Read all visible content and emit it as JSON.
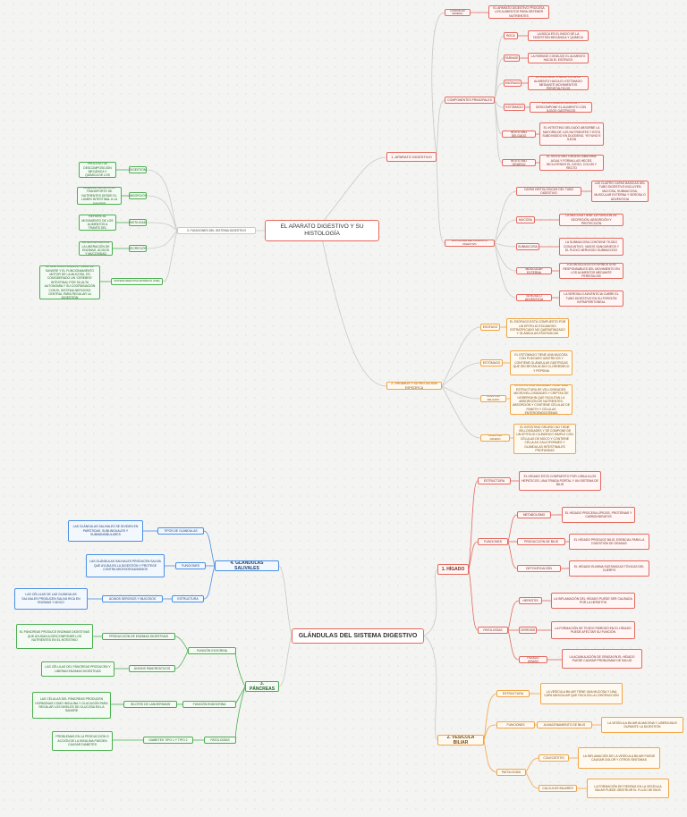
{
  "colors": {
    "red": "#e56a5f",
    "orange": "#f3a545",
    "green": "#4caf50",
    "blue": "#4a90e2"
  },
  "top": {
    "title": "EL APARATO DIGESTIVO Y SU HISTOLOGÍA",
    "aparato": {
      "label": "1. APARATO DIGESTIVO",
      "funcion": {
        "label": "FUNCIÓN EN GENERAL",
        "text": "EL APARATO DIGESTIVO PROCESA LOS ALIMENTOS PARA OBTENER NUTRIENTES"
      },
      "componentes": {
        "label": "COMPONENTES PRINCIPALES",
        "items": [
          {
            "label": "BOCA",
            "text": "LA BOCA ES EL INICIO DE LA DIGESTIÓN MECÁNICA Y QUÍMICA"
          },
          {
            "label": "FARINGE",
            "text": "LA FARINGE CONDUCE EL ALIMENTO HACIA EL ESÓFAGO"
          },
          {
            "label": "ESÓFAGO",
            "text": "EL ESÓFAGO TRANSPORTA EL ALIMENTO HACIA EL ESTÓMAGO MEDIANTE MOVIMIENTOS PERISTÁLTICOS"
          },
          {
            "label": "ESTÓMAGO",
            "text": "EL ESTÓMAGO MEZCLA Y DESCOMPONE EL ALIMENTO CON JUGOS GÁSTRICOS"
          },
          {
            "label": "INTESTINO DELGADO",
            "text": "EL INTESTINO DELGADO ABSORBE LA MAYORÍA DE LOS NUTRIENTES Y ESTÁ SUBDIVIDIDO EN DUODENO, YEYUNO E ÍLEON"
          },
          {
            "label": "INTESTINO GRUESO",
            "text": "EL INTESTINO GRUESO ABSORBE AGUA Y FORMA LAS HECES. INCLUYENDO EL CIEGO, COLON Y RECTO"
          }
        ]
      },
      "histologia": {
        "label": "HISTOLOGÍA DEL CONDUCTO DIGESTIVO",
        "items": [
          {
            "label": "CAPAS HISTOLÓGICAS DEL TUBO DIGESTIVO",
            "text": "LAS CUATRO CAPAS BÁSICAS DEL TUBO DIGESTIVO INCLUYEN MUCOSA, SUBMUCOSA, MUSCULAR EXTERNA Y SEROSA O ADVENTICIA"
          },
          {
            "label": "MUCOSA",
            "text": "LA MUCOSA TIENE LA FUNCIÓN DE SECRECIÓN, ABSORCIÓN Y PROTECCIÓN"
          },
          {
            "label": "SUBMUCOSA",
            "text": "LA SUBMUCOSA CONTIENE TEJIDO CONJUNTIVO, VASOS SANGUÍNEOS Y EL PLEXO NERVIOSO SUBMUCOSO"
          },
          {
            "label": "MUSCULAR EXTERNA",
            "text": "LOS MÚSCULOS EXTERNOS SON RESPONSABLES DEL MOVIMIENTO EN LOS ALIMENTOS MEDIANTE PERISTALSIS"
          },
          {
            "label": "SEROSA O ADVENTICIA",
            "text": "LA SEROSA O ADVENTICIA CUBRE EL TUBO DIGESTIVO EN SU PORCIÓN INTRAPERITONEAL"
          }
        ]
      }
    },
    "organos": {
      "label": "2. ÓRGANOS Y SU HISTOLOGÍA ESPECÍFICA",
      "items": [
        {
          "label": "ESÓFAGO",
          "text": "EL ESÓFAGO ESTÁ COMPUESTO POR UN EPITELIO ESCAMOSO ESTRATIFICADO NO QUERATINIZADO Y GLÁNDULAS ESOFÁGICAS"
        },
        {
          "label": "ESTÓMAGO",
          "text": "EL ESTÓMAGO TIENE UNA MUCOSA CON PLIEGUES GÁSTRICOS Y CONTIENE GLÁNDULAS GÁSTRICAS QUE SECRETAN ÁCIDO CLORHÍDRICO Y PEPSINA"
        },
        {
          "label": "INTESTINO DELGADO",
          "text": "EL INTESTINO DELGADO TIENE UNA ESTRUCTURA DE VELLOSIDADES, MICROVELLOSIDADES Y CRIPTAS DE LIEBERKÜHN QUE FACILITAN LA ABSORCIÓN DE NUTRIENTES. ABSORCIÓN Y CONTIENE CÉLULAS DE PANETH Y CÉLULAS ENTEROENDOCRINAS"
        },
        {
          "label": "INTESTINO GRUESO",
          "text": "EL INTESTINO GRUESO NO TIENE VELLOSIDADES Y SE COMPONE DE UN EPITELIO CILÍNDRICO SIMPLE CON CÉLULAS DE MOCO Y CONTIENE CÉLULAS CALICIFORMES Y GLÁNDULAS INTESTINALES PROFUNDAS"
        }
      ]
    },
    "funciones": {
      "label": "3. FUNCIONES DEL SISTEMA DIGESTIVO",
      "items": [
        {
          "label": "DIGESTIÓN",
          "text": "LA DIGESTIÓN ES EL PROCESO DE DESCOMPOSICIÓN MECÁNICA Y QUÍMICA DE LOS ALIMENTOS"
        },
        {
          "label": "ABSORCIÓN",
          "text": "LA ABSORCIÓN ES EL TRANSPORTE DE NUTRIENTES DESDE EL LUMEN INTESTINAL A LA SANGRE"
        },
        {
          "label": "MOTILIDAD",
          "text": "LA MOTILIDAD SE REFIERE AL MOVIMIENTO DE LOS ALIMENTOS A TRAVÉS DEL SISTEMA DIGESTIVO"
        },
        {
          "label": "SECRECIÓN",
          "text": "LA SECRECIÓN ES LA LIBERACIÓN DE ENZIMAS, ÁCIDOS Y MUCOSIDAD"
        },
        {
          "label": "SISTEMA NERVIOSO ENTÉRICO (SNE)",
          "text": "EL SNE CONTROLA EL FLUJO DE SANGRE Y EL FUNCIONAMIENTO MOTOR DE LA MUCOSA. ES CONSIDERADO UN 'CEREBRO' INTESTINAL POR SU ALTA AUTONOMÍA Y SU COORDINACIÓN CON EL SISTEMA NERVIOSO CENTRAL PARA REGULAR LA DIGESTIÓN"
        }
      ]
    }
  },
  "bottom": {
    "title": "GLÁNDULAS DEL SISTEMA DIGESTIVO",
    "higado": {
      "label": "1. HÍGADO",
      "estructura": {
        "label": "ESTRUCTURA",
        "text": "EL HÍGADO ESTÁ COMPUESTO POR LOBULILLOS HEPÁTICOS, UNA TRIADA PORTAL Y UN SISTEMA DE BILIS"
      },
      "funciones": {
        "label": "FUNCIONES",
        "items": [
          {
            "label": "METABOLISMO",
            "text": "EL HÍGADO PROCESA LÍPIDOS, PROTEÍNAS Y CARBOHIDRATOS"
          },
          {
            "label": "PRODUCCIÓN DE BILIS",
            "text": "EL HÍGADO PRODUCE BILIS, ESENCIAL PARA LA DIGESTIÓN DE GRASAS"
          },
          {
            "label": "DETOXIFICACIÓN",
            "text": "EL HÍGADO ELIMINA SUSTANCIAS TÓXICAS DEL CUERPO"
          }
        ]
      },
      "patologias": {
        "label": "PATOLOGÍAS",
        "items": [
          {
            "label": "HEPATITIS",
            "text": "LA INFLAMACIÓN DEL HÍGADO PUEDE SER CAUSADA POR LA HEPATITIS"
          },
          {
            "label": "CIRROSIS",
            "text": "LA FORMACIÓN DE TEJIDO FIBROSO EN EL HÍGADO PUEDE AFECTAR SU FUNCIÓN"
          },
          {
            "label": "HÍGADO GRASO",
            "text": "LA ACUMULACIÓN DE GRASA EN EL HÍGADO PUEDE CAUSAR PROBLEMAS DE SALUD"
          }
        ]
      }
    },
    "vesicula": {
      "label": "2. VESÍCULA BILIAR",
      "estructura": {
        "label": "ESTRUCTURA",
        "text": "LA VESÍCULA BILIAR TIENE UNA MUCOSA Y UNA CAPA MUSCULAR QUE FACILITA LA CONTRACCIÓN"
      },
      "funciones": {
        "label": "FUNCIONES",
        "sub": "ALMACENAMIENTO DE BILIS",
        "text": "LA VESÍCULA BILIAR ALMACENA Y LIBERA BILIS DURANTE LA DIGESTIÓN"
      },
      "patologias": {
        "label": "PATOLOGÍAS",
        "items": [
          {
            "label": "COLECISTITIS",
            "text": "LA INFLAMACIÓN DE LA VESÍCULA BILIAR PUEDE CAUSAR DOLOR Y OTROS SÍNTOMAS"
          },
          {
            "label": "CÁLCULOS BILIARES",
            "text": "LA FORMACIÓN DE PIEDRAS EN LA VESÍCULA BILIAR PUEDE OBSTRUIR EL FLUJO DE BILIS"
          }
        ]
      }
    },
    "pancreas": {
      "label": "3. PÁNCREAS",
      "exocrina": {
        "label": "FUNCIÓN EXOCRINA",
        "items": [
          {
            "label": "PRODUCCIÓN DE ENZIMAS DIGESTIVAS",
            "text": "EL PÁNCREAS PRODUCE ENZIMAS DIGESTIVAS QUE AYUDAN A DESCOMPONER LOS NUTRIENTES EN EL INTESTINO"
          },
          {
            "label": "ÁCINOS PANCREÁTICOS",
            "text": "LAS CÉLULAS DEL PÁNCREAS PRODUCEN Y LIBERAN ENZIMAS DIGESTIVAS"
          }
        ]
      },
      "endocrina": {
        "label": "FUNCIÓN ENDOCRINA",
        "sub": "ISLOTES DE LANGERHANS",
        "text": "LAS CÉLULAS DEL PÁNCREAS PRODUCEN HORMONAS COMO INSULINA Y GLUCAGÓN PARA REGULAR LOS NIVELES DE GLUCOSA EN LA SANGRE"
      },
      "patologias": {
        "label": "PATOLOGÍAS",
        "sub": "DIABETES TIPO 1 Y TIPO 2",
        "text": "PROBLEMAS EN LA PRODUCCIÓN O ACCIÓN DE LA INSULINA PUEDEN CAUSAR DIABETES"
      }
    },
    "salivales": {
      "label": "4. GLÁNDULAS SALIVALES",
      "tipos": {
        "label": "TIPOS DE GLÁNDULAS",
        "text": "LAS GLÁNDULAS SALIVALES SE DIVIDEN EN PARÓTIDAS, SUBLINGUALES Y SUBMANDIBULARES"
      },
      "funciones": {
        "label": "FUNCIONES",
        "text": "LAS GLÁNDULAS SALIVALES PRODUCEN SALIVA QUE AYUDA EN LA DIGESTIÓN Y PROTEGE CONTRA MICROORGANISMOS"
      },
      "estructura": {
        "label": "ESTRUCTURA",
        "sub": "ÁCINOS SEROSOS Y MUCOSOS",
        "text": "LAS CÉLULAS DE LAS GLÁNDULAS SALIVALES PRODUCEN SALIVA RICA EN ENZIMAS Y MOCO"
      }
    }
  }
}
